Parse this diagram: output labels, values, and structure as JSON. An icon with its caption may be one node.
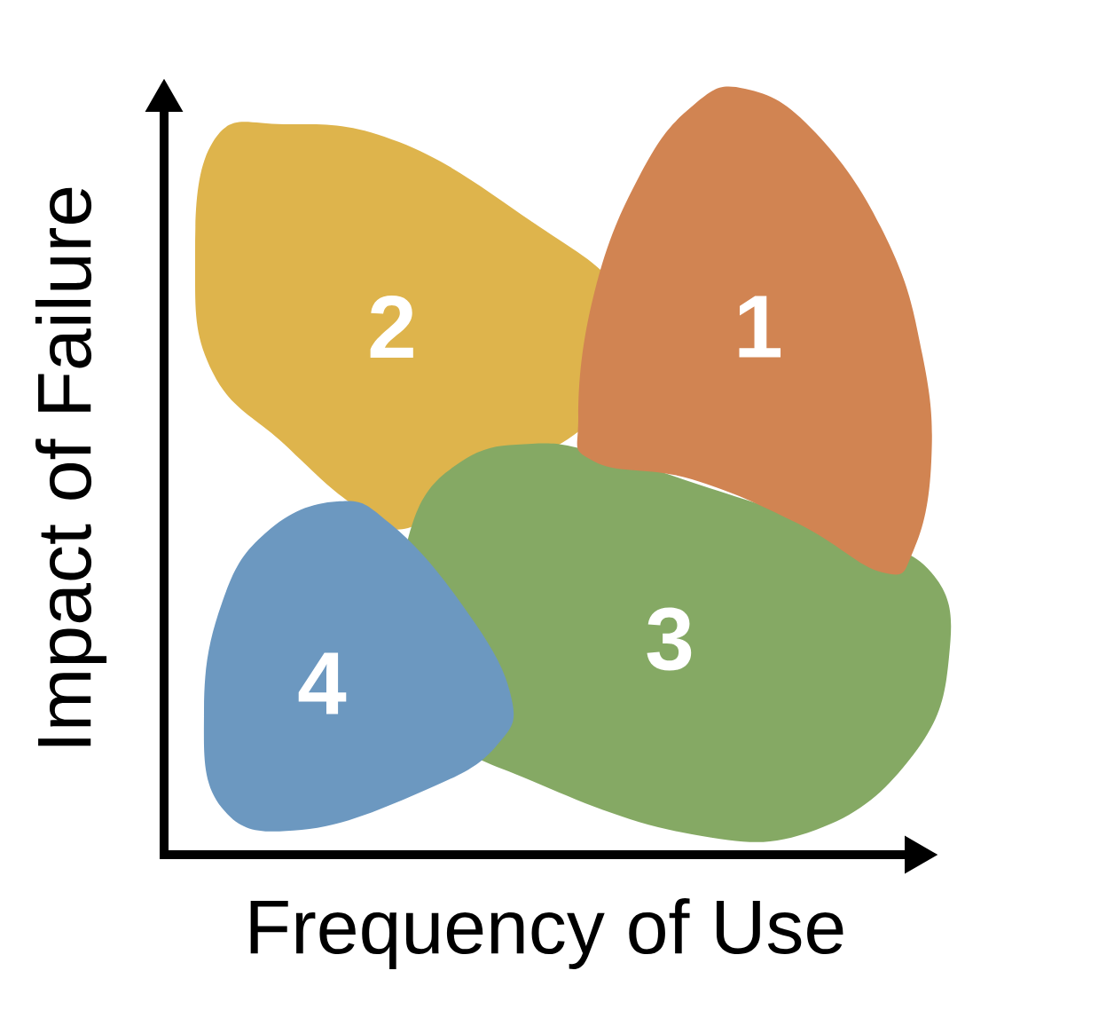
{
  "diagram": {
    "nodes": [
      {
        "text": [
          "2"
        ]
      },
      {
        "text": [
          "1"
        ]
      },
      {
        "text": [
          "3"
        ]
      },
      {
        "text": [
          "4"
        ]
      }
    ],
    "labels": [
      "Impact of Failure",
      "Frequency of Use"
    ]
  }
}
